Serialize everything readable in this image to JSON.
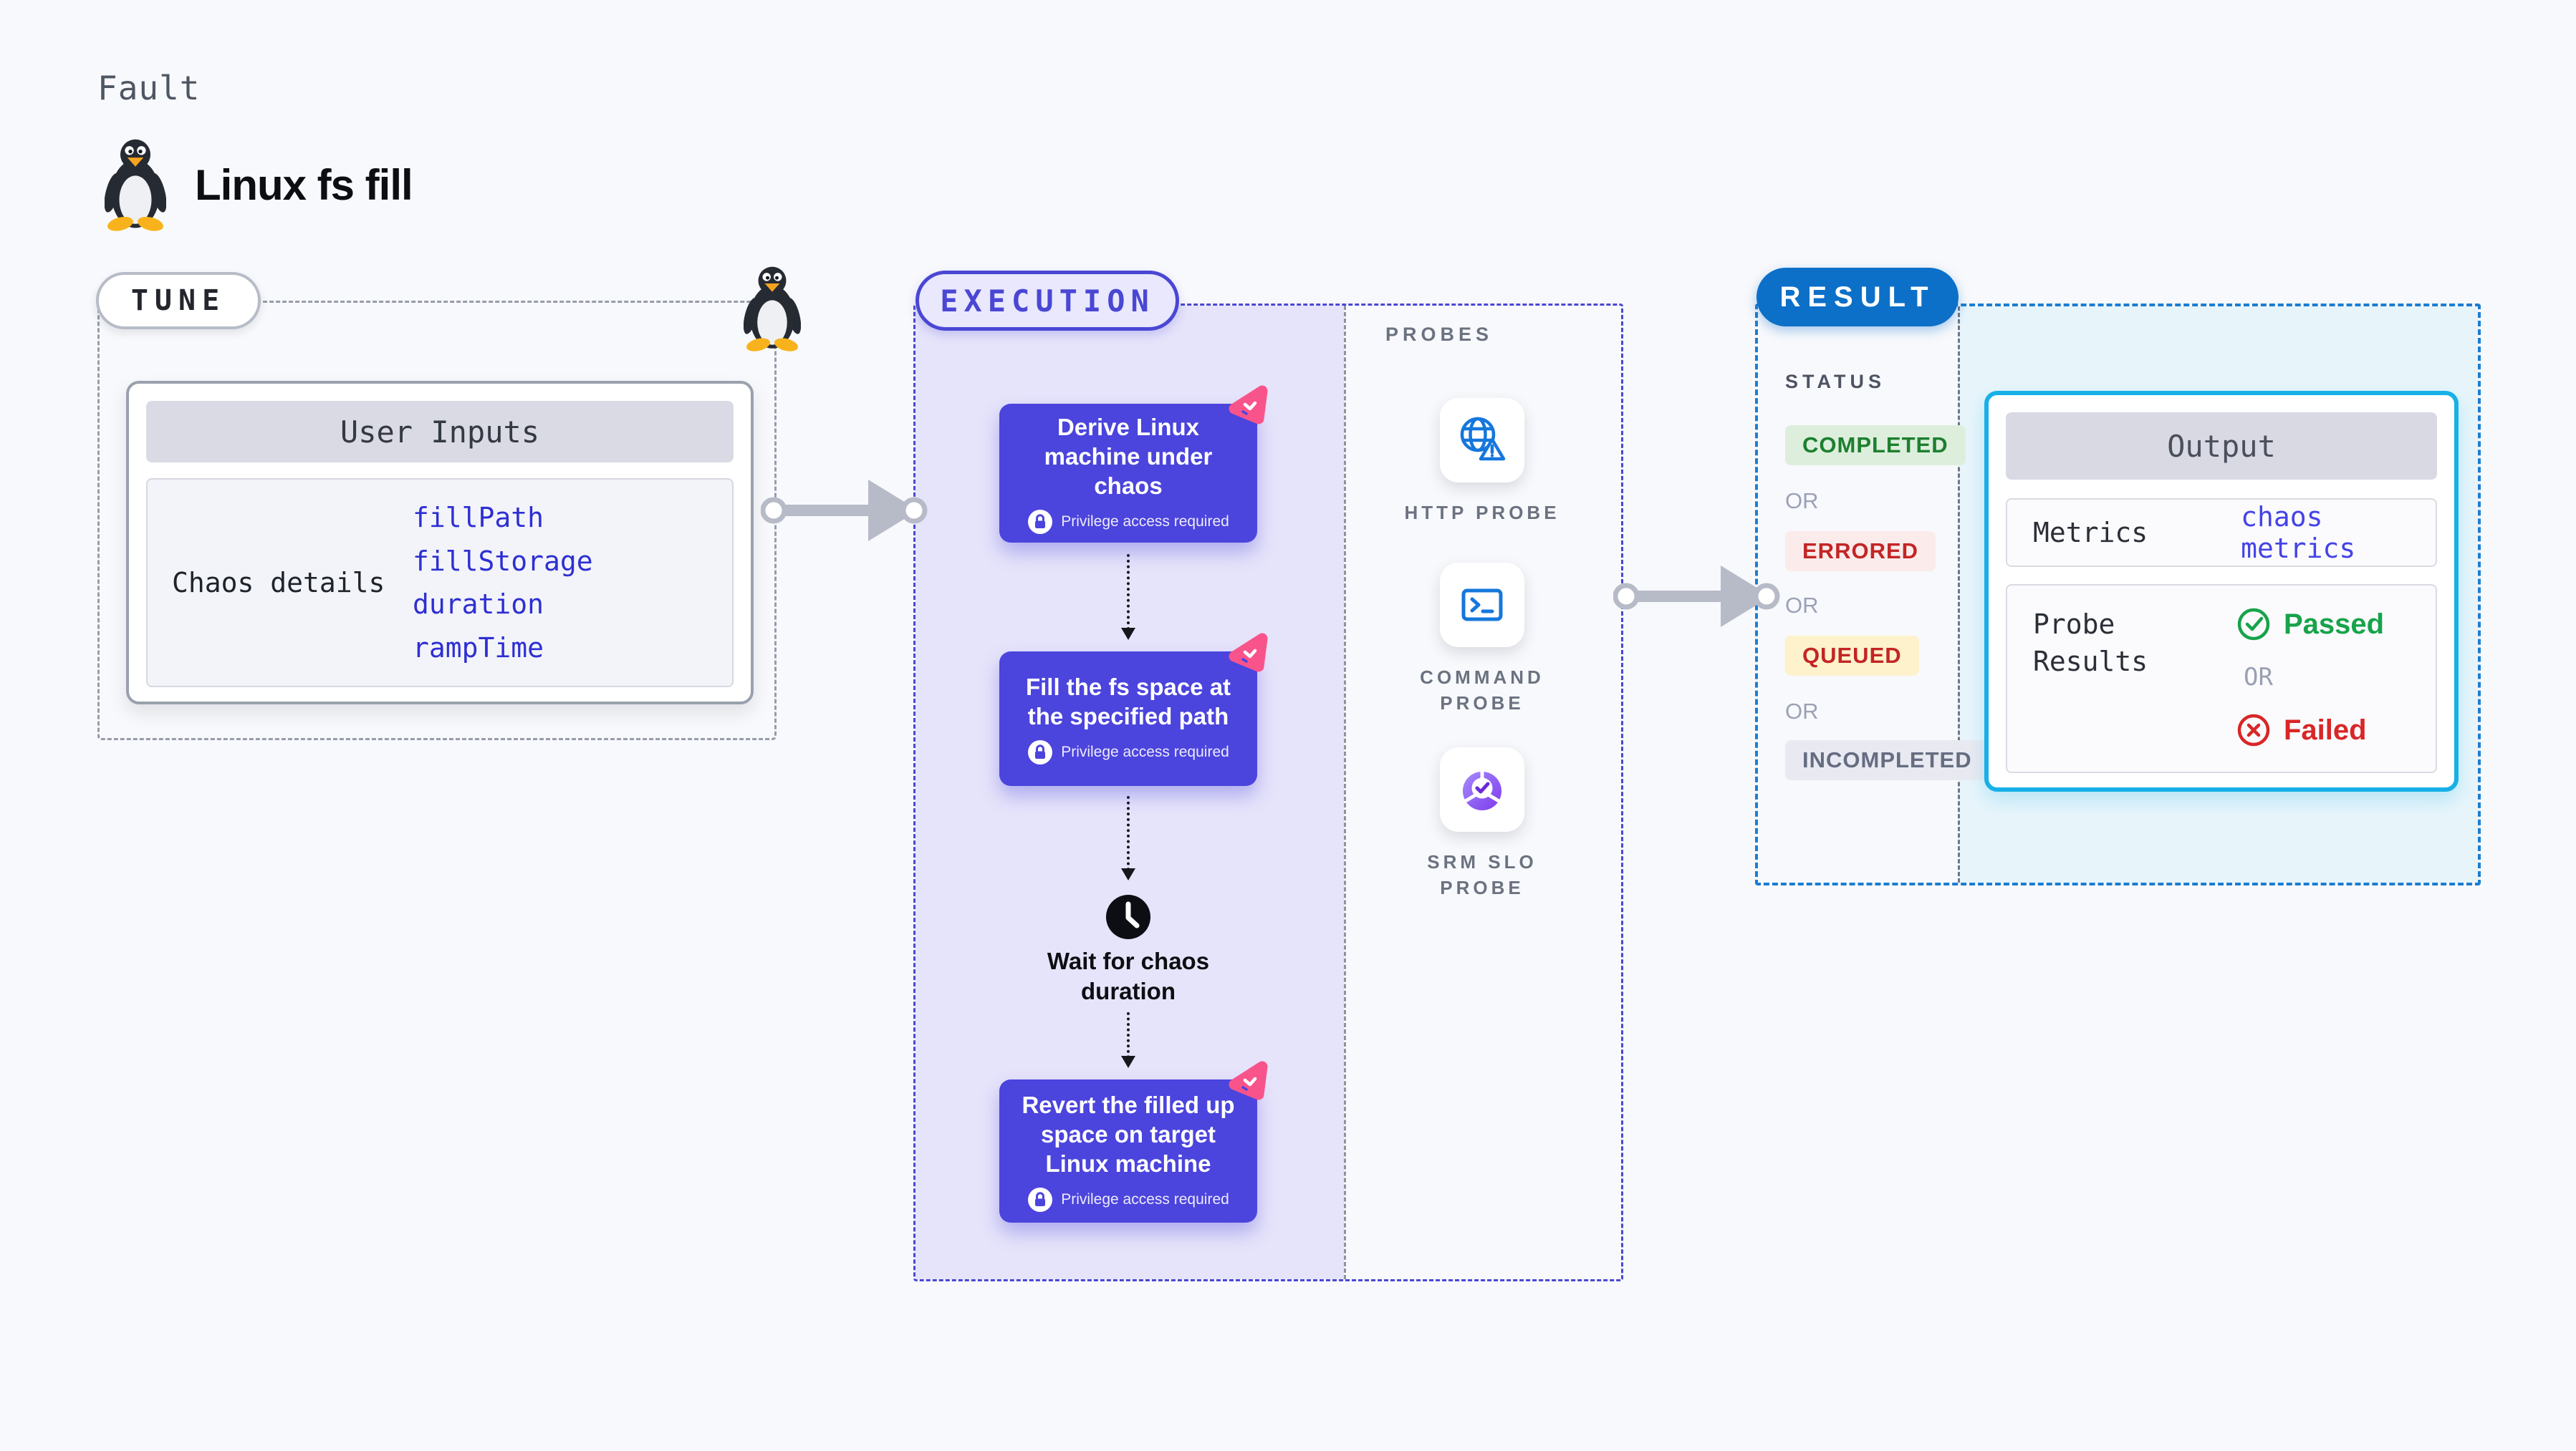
{
  "header": {
    "eyebrow": "Fault",
    "title": "Linux fs fill",
    "icon": "tux-penguin-icon"
  },
  "tune": {
    "badge_label": "TUNE",
    "corner_icon": "tux-penguin-icon",
    "user_inputs": {
      "title": "User Inputs",
      "row_label": "Chaos details",
      "values": [
        "fillPath",
        "fillStorage",
        "duration",
        "rampTime"
      ]
    }
  },
  "execution": {
    "badge_label": "EXECUTION",
    "steps": [
      {
        "label": "Derive Linux machine under chaos",
        "badge": "Privilege access required",
        "icon": "chaos-scenario-icon"
      },
      {
        "label": "Fill the fs space at the specified path",
        "badge": "Privilege access required",
        "icon": "chaos-scenario-icon"
      },
      {
        "label": "Revert the filled up space on target Linux machine",
        "badge": "Privilege access required",
        "icon": "chaos-scenario-icon"
      }
    ],
    "wait_step": {
      "label": "Wait for chaos duration",
      "icon": "clock-icon"
    }
  },
  "probes": {
    "section_label": "PROBES",
    "items": [
      {
        "label": "HTTP PROBE",
        "icon": "globe-alert-icon"
      },
      {
        "label": "COMMAND PROBE",
        "icon": "terminal-icon"
      },
      {
        "label": "SRM SLO PROBE",
        "icon": "slo-donut-icon"
      }
    ]
  },
  "result": {
    "badge_label": "RESULT",
    "status": {
      "section_label": "STATUS",
      "separator": "OR",
      "badges": [
        {
          "label": "COMPLETED",
          "text_color": "#1d7f2f",
          "bg_color": "#ddefdc"
        },
        {
          "label": "ERRORED",
          "text_color": "#c32525",
          "bg_color": "#fcebeb"
        },
        {
          "label": "QUEUED",
          "text_color": "#c32525",
          "bg_color": "#fdf2cb"
        },
        {
          "label": "INCOMPLETED",
          "text_color": "#666d82",
          "bg_color": "#e9eaf1"
        }
      ]
    },
    "output": {
      "title": "Output",
      "metrics_label": "Metrics",
      "metrics_link": "chaos metrics",
      "probe_results_label": "Probe Results",
      "passed_label": "Passed",
      "separator": "OR",
      "failed_label": "Failed"
    }
  },
  "colors": {
    "accent_indigo": "#4b44dd",
    "execution_border": "#4a47d4",
    "execution_bg": "#e6e4fa",
    "result_border": "#1b7ed2",
    "result_pill_bg": "#0c70c8",
    "result_panel_bg": "#e7f5fb",
    "output_border": "#17b0e7",
    "link_blue": "#4543e6",
    "value_blue": "#2e2fd2",
    "passed_green": "#17a34a",
    "failed_red": "#d92626",
    "chaos_pink": "#f8548b",
    "probe_icon_blue": "#1577dc"
  }
}
